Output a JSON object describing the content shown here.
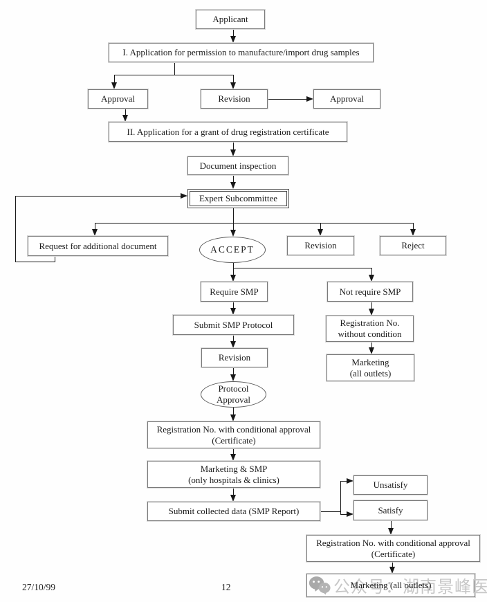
{
  "colors": {
    "line": "#181818",
    "box_border": "#7a7a7a",
    "watermark_gray": "#c7c7c7",
    "background": "#fefefe"
  },
  "nodes": {
    "applicant": "Applicant",
    "step1": "I. Application for permission to manufacture/import drug samples",
    "approval1": "Approval",
    "revision1": "Revision",
    "approval2": "Approval",
    "step2": "II. Application for a grant of drug registration certificate",
    "document_inspection": "Document inspection",
    "expert_subcommittee": "Expert Subcommittee",
    "request_additional": "Request for additional document",
    "accept": "ACCEPT",
    "revision2": "Revision",
    "reject": "Reject",
    "require_smp": "Require SMP",
    "not_require_smp": "Not require SMP",
    "submit_smp_protocol": "Submit SMP Protocol",
    "reg_no_without_condition": "Registration No.\nwithout condition",
    "revision3": "Revision",
    "marketing_all_outlets_1": "Marketing\n(all outlets)",
    "protocol_approval": "Protocol\nApproval",
    "reg_no_conditional_1": "Registration No. with conditional approval\n(Certificate)",
    "marketing_smp": "Marketing & SMP\n(only hospitals & clinics)",
    "submit_collected_data": "Submit collected data (SMP Report)",
    "unsatisfy": "Unsatisfy",
    "satisfy": "Satisfy",
    "reg_no_conditional_2": "Registration No. with conditional approval\n(Certificate)",
    "marketing_all_outlets_2": "Marketing (all outlets)"
  },
  "edges": [
    "applicant -> step1",
    "step1 -> approval1",
    "step1 -> revision1",
    "revision1 -> approval2",
    "approval1 -> step2",
    "step2 -> document_inspection",
    "document_inspection -> expert_subcommittee",
    "expert_subcommittee -> request_additional",
    "expert_subcommittee -> accept",
    "expert_subcommittee -> revision2",
    "expert_subcommittee -> reject",
    "request_additional -> expert_subcommittee",
    "accept -> require_smp",
    "accept -> not_require_smp",
    "require_smp -> submit_smp_protocol",
    "submit_smp_protocol -> revision3",
    "revision3 -> protocol_approval",
    "protocol_approval -> reg_no_conditional_1",
    "reg_no_conditional_1 -> marketing_smp",
    "marketing_smp -> submit_collected_data",
    "not_require_smp -> reg_no_without_condition",
    "reg_no_without_condition -> marketing_all_outlets_1",
    "submit_collected_data -> unsatisfy",
    "submit_collected_data -> satisfy",
    "satisfy -> reg_no_conditional_2",
    "reg_no_conditional_2 -> marketing_all_outlets_2"
  ],
  "watermark": {
    "icon": "wechat-icon",
    "text": "公众号：湖南景峰医药"
  },
  "footer": {
    "date": "27/10/99",
    "page_number": "12"
  }
}
